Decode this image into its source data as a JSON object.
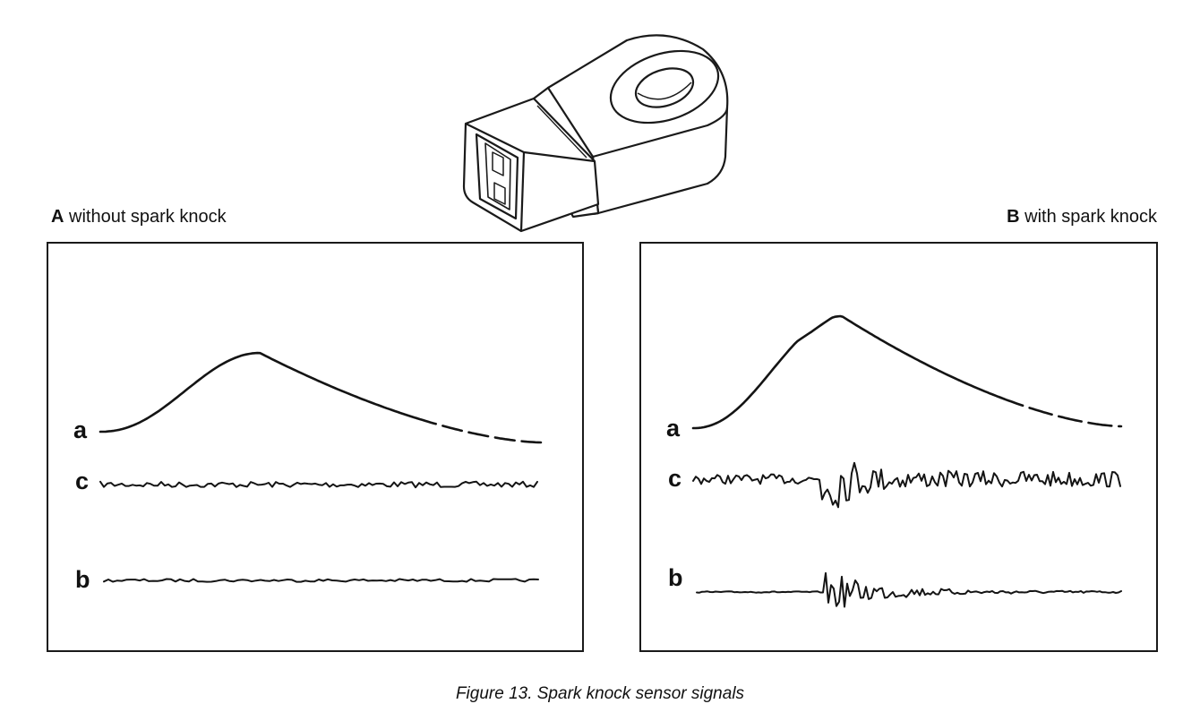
{
  "figure": {
    "caption": "Figure 13. Spark knock sensor signals",
    "sensor_icon": "knock-sensor-illustration"
  },
  "panels": [
    {
      "id": "A",
      "letter": "A",
      "title": " without spark knock",
      "traces": [
        {
          "label": "a",
          "kind": "pressure-curve",
          "knock": false
        },
        {
          "label": "c",
          "kind": "filtered-signal",
          "knock": false
        },
        {
          "label": "b",
          "kind": "sensor-signal",
          "knock": false
        }
      ]
    },
    {
      "id": "B",
      "letter": "B",
      "title": " with spark knock",
      "traces": [
        {
          "label": "a",
          "kind": "pressure-curve",
          "knock": true
        },
        {
          "label": "c",
          "kind": "filtered-signal",
          "knock": true
        },
        {
          "label": "b",
          "kind": "sensor-signal",
          "knock": true
        }
      ]
    }
  ]
}
